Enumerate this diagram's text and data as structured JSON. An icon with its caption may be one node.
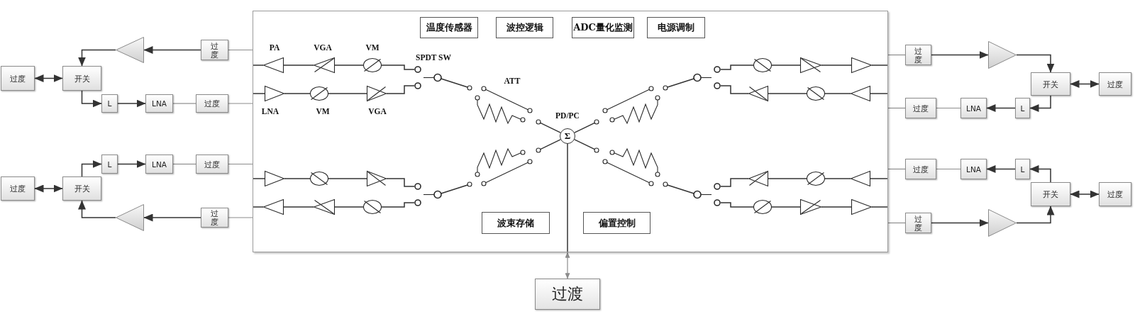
{
  "diagram": {
    "nodes": [
      {
        "text": [],
        "shape": "box"
      },
      {
        "text": [
          "温度传感器"
        ],
        "in": 0
      },
      {
        "text": [
          "波控逻辑"
        ],
        "in": 0
      },
      {
        "text": [
          "ADC量化监测"
        ],
        "in": 0
      },
      {
        "text": [
          "电源调制"
        ],
        "in": 0
      },
      {
        "text": [
          "Σ"
        ],
        "in": 0,
        "beside": [
          "PD/PC"
        ]
      },
      {
        "text": [
          "波束存储"
        ],
        "in": 0
      },
      {
        "text": [
          "偏置控制"
        ],
        "in": 0
      },
      {
        "text": [
          "过度"
        ]
      },
      {
        "text": [
          "开关"
        ]
      },
      {
        "text": [],
        "shape": "triangle"
      },
      {
        "text": [
          "过度"
        ]
      },
      {
        "text": [
          "L"
        ]
      },
      {
        "text": [
          "LNA"
        ]
      },
      {
        "text": [
          "过度"
        ]
      },
      {
        "text": [
          "L"
        ]
      },
      {
        "text": [
          "LNA"
        ]
      },
      {
        "text": [
          "过度"
        ]
      },
      {
        "text": [
          "过度"
        ]
      },
      {
        "text": [
          "开关"
        ]
      },
      {
        "text": [],
        "shape": "triangle"
      },
      {
        "text": [
          "过度"
        ]
      },
      {
        "text": [
          "过度"
        ]
      },
      {
        "text": [],
        "shape": "triangle"
      },
      {
        "text": [
          "开关"
        ]
      },
      {
        "text": [
          "过度"
        ]
      },
      {
        "text": [
          "过度"
        ]
      },
      {
        "text": [
          "LNA"
        ]
      },
      {
        "text": [
          "L"
        ]
      },
      {
        "text": [
          "过度"
        ]
      },
      {
        "text": [
          "LNA"
        ]
      },
      {
        "text": [
          "L"
        ]
      },
      {
        "text": [
          "开关"
        ]
      },
      {
        "text": [
          "过度"
        ]
      },
      {
        "text": [
          "过度"
        ]
      },
      {
        "text": [],
        "shape": "triangle"
      },
      {
        "text": [
          "过渡"
        ]
      },
      {
        "text": [],
        "shape": "triangle",
        "in": 0,
        "beside": [
          "PA"
        ]
      },
      {
        "text": [],
        "shape": "triangle",
        "in": 0,
        "beside": [
          "VGA"
        ]
      },
      {
        "text": [],
        "shape": "circle",
        "in": 0,
        "beside": [
          "VM"
        ]
      },
      {
        "text": [],
        "shape": "triangle",
        "in": 0,
        "beside": [
          "LNA"
        ]
      },
      {
        "text": [],
        "shape": "circle",
        "in": 0,
        "beside": [
          "VM"
        ]
      },
      {
        "text": [],
        "shape": "triangle",
        "in": 0,
        "beside": [
          "VGA"
        ]
      },
      {
        "text": [],
        "shape": "switch",
        "in": 0,
        "beside": [
          "SPDT SW"
        ]
      },
      {
        "text": [],
        "shape": "resistor",
        "in": 0,
        "beside": [
          "ATT"
        ]
      },
      {
        "text": [],
        "shape": "triangle",
        "in": 0
      },
      {
        "text": [],
        "shape": "triangle",
        "in": 0
      },
      {
        "text": [],
        "shape": "circle",
        "in": 0
      },
      {
        "text": [],
        "shape": "triangle",
        "in": 0
      },
      {
        "text": [],
        "shape": "circle",
        "in": 0
      },
      {
        "text": [],
        "shape": "triangle",
        "in": 0
      },
      {
        "text": [],
        "shape": "switch",
        "in": 0
      },
      {
        "text": [],
        "shape": "resistor",
        "in": 0
      },
      {
        "text": [],
        "shape": "triangle",
        "in": 0
      },
      {
        "text": [],
        "shape": "triangle",
        "in": 0
      },
      {
        "text": [],
        "shape": "circle",
        "in": 0
      },
      {
        "text": [],
        "shape": "triangle",
        "in": 0
      },
      {
        "text": [],
        "shape": "circle",
        "in": 0
      },
      {
        "text": [],
        "shape": "triangle",
        "in": 0
      },
      {
        "text": [],
        "shape": "switch",
        "in": 0
      },
      {
        "text": [],
        "shape": "resistor",
        "in": 0
      },
      {
        "text": [],
        "shape": "triangle",
        "in": 0
      },
      {
        "text": [],
        "shape": "triangle",
        "in": 0
      },
      {
        "text": [],
        "shape": "circle",
        "in": 0
      },
      {
        "text": [],
        "shape": "triangle",
        "in": 0
      },
      {
        "text": [],
        "shape": "circle",
        "in": 0
      },
      {
        "text": [],
        "shape": "triangle",
        "in": 0
      },
      {
        "text": [],
        "shape": "switch",
        "in": 0
      },
      {
        "text": [],
        "shape": "resistor",
        "in": 0
      }
    ],
    "edges": [
      {
        "from": 11,
        "to": 10,
        "arrow": "to"
      },
      {
        "from": 10,
        "to": 9,
        "arrow": "to"
      },
      {
        "from": 9,
        "to": 8,
        "arrow": "both"
      },
      {
        "from": 9,
        "to": 12,
        "arrow": "to"
      },
      {
        "from": 12,
        "to": 13,
        "arrow": "to"
      },
      {
        "from": 13,
        "to": 14,
        "arrow": "none",
        "color": "#8c8c8c"
      },
      {
        "from": 14,
        "to": 0,
        "arrow": "none",
        "color": "#8c8c8c"
      },
      {
        "from": 11,
        "to": 0,
        "arrow": "none",
        "color": "#8c8c8c"
      },
      {
        "from": 21,
        "to": 20,
        "arrow": "to"
      },
      {
        "from": 20,
        "to": 19,
        "arrow": "to"
      },
      {
        "from": 19,
        "to": 18,
        "arrow": "both"
      },
      {
        "from": 19,
        "to": 15,
        "arrow": "to"
      },
      {
        "from": 15,
        "to": 16,
        "arrow": "to"
      },
      {
        "from": 16,
        "to": 17,
        "arrow": "none",
        "color": "#8c8c8c"
      },
      {
        "from": 17,
        "to": 0,
        "arrow": "none",
        "color": "#8c8c8c"
      },
      {
        "from": 21,
        "to": 0,
        "arrow": "none",
        "color": "#8c8c8c"
      },
      {
        "from": 0,
        "to": 22,
        "arrow": "none",
        "color": "#8c8c8c"
      },
      {
        "from": 22,
        "to": 23,
        "arrow": "to"
      },
      {
        "from": 23,
        "to": 24,
        "arrow": "to"
      },
      {
        "from": 24,
        "to": 25,
        "arrow": "both"
      },
      {
        "from": 24,
        "to": 28,
        "arrow": "to"
      },
      {
        "from": 28,
        "to": 27,
        "arrow": "to"
      },
      {
        "from": 27,
        "to": 26,
        "arrow": "none",
        "color": "#8c8c8c"
      },
      {
        "from": 26,
        "to": 0,
        "arrow": "none",
        "color": "#8c8c8c"
      },
      {
        "from": 0,
        "to": 29,
        "arrow": "none",
        "color": "#8c8c8c"
      },
      {
        "from": 30,
        "to": 29,
        "arrow": "none",
        "color": "#8c8c8c"
      },
      {
        "from": 31,
        "to": 30,
        "arrow": "to"
      },
      {
        "from": 32,
        "to": 31,
        "arrow": "to"
      },
      {
        "from": 32,
        "to": 33,
        "arrow": "both"
      },
      {
        "from": 35,
        "to": 32,
        "arrow": "to"
      },
      {
        "from": 34,
        "to": 35,
        "arrow": "to"
      },
      {
        "from": 0,
        "to": 34,
        "arrow": "none",
        "color": "#8c8c8c"
      },
      {
        "from": 0,
        "to": 36,
        "arrow": "both",
        "color": "#8c8c8c"
      },
      {
        "from": 5,
        "to": 0,
        "arrow": "none"
      },
      {
        "from": 0,
        "to": 37,
        "arrow": "none"
      },
      {
        "from": 37,
        "to": 38,
        "arrow": "none"
      },
      {
        "from": 38,
        "to": 39,
        "arrow": "none"
      },
      {
        "from": 39,
        "to": 43,
        "arrow": "none"
      },
      {
        "from": 0,
        "to": 40,
        "arrow": "none"
      },
      {
        "from": 40,
        "to": 41,
        "arrow": "none"
      },
      {
        "from": 41,
        "to": 42,
        "arrow": "none"
      },
      {
        "from": 42,
        "to": 43,
        "arrow": "none"
      },
      {
        "from": 43,
        "to": 44,
        "arrow": "none"
      },
      {
        "from": 44,
        "to": 5,
        "arrow": "none"
      },
      {
        "from": 0,
        "to": 45,
        "arrow": "none"
      },
      {
        "from": 45,
        "to": 46,
        "arrow": "none"
      },
      {
        "from": 46,
        "to": 47,
        "arrow": "none"
      },
      {
        "from": 47,
        "to": 51,
        "arrow": "none"
      },
      {
        "from": 0,
        "to": 48,
        "arrow": "none"
      },
      {
        "from": 48,
        "to": 49,
        "arrow": "none"
      },
      {
        "from": 49,
        "to": 50,
        "arrow": "none"
      },
      {
        "from": 50,
        "to": 51,
        "arrow": "none"
      },
      {
        "from": 51,
        "to": 52,
        "arrow": "none"
      },
      {
        "from": 52,
        "to": 5,
        "arrow": "none"
      },
      {
        "from": 0,
        "to": 53,
        "arrow": "none"
      },
      {
        "from": 53,
        "to": 54,
        "arrow": "none"
      },
      {
        "from": 54,
        "to": 55,
        "arrow": "none"
      },
      {
        "from": 55,
        "to": 59,
        "arrow": "none"
      },
      {
        "from": 0,
        "to": 56,
        "arrow": "none"
      },
      {
        "from": 56,
        "to": 57,
        "arrow": "none"
      },
      {
        "from": 57,
        "to": 58,
        "arrow": "none"
      },
      {
        "from": 58,
        "to": 59,
        "arrow": "none"
      },
      {
        "from": 59,
        "to": 60,
        "arrow": "none"
      },
      {
        "from": 60,
        "to": 5,
        "arrow": "none"
      },
      {
        "from": 0,
        "to": 61,
        "arrow": "none"
      },
      {
        "from": 61,
        "to": 62,
        "arrow": "none"
      },
      {
        "from": 62,
        "to": 63,
        "arrow": "none"
      },
      {
        "from": 63,
        "to": 67,
        "arrow": "none"
      },
      {
        "from": 0,
        "to": 64,
        "arrow": "none"
      },
      {
        "from": 64,
        "to": 65,
        "arrow": "none"
      },
      {
        "from": 65,
        "to": 66,
        "arrow": "none"
      },
      {
        "from": 66,
        "to": 67,
        "arrow": "none"
      },
      {
        "from": 67,
        "to": 68,
        "arrow": "none"
      },
      {
        "from": 68,
        "to": 5,
        "arrow": "none"
      }
    ]
  }
}
